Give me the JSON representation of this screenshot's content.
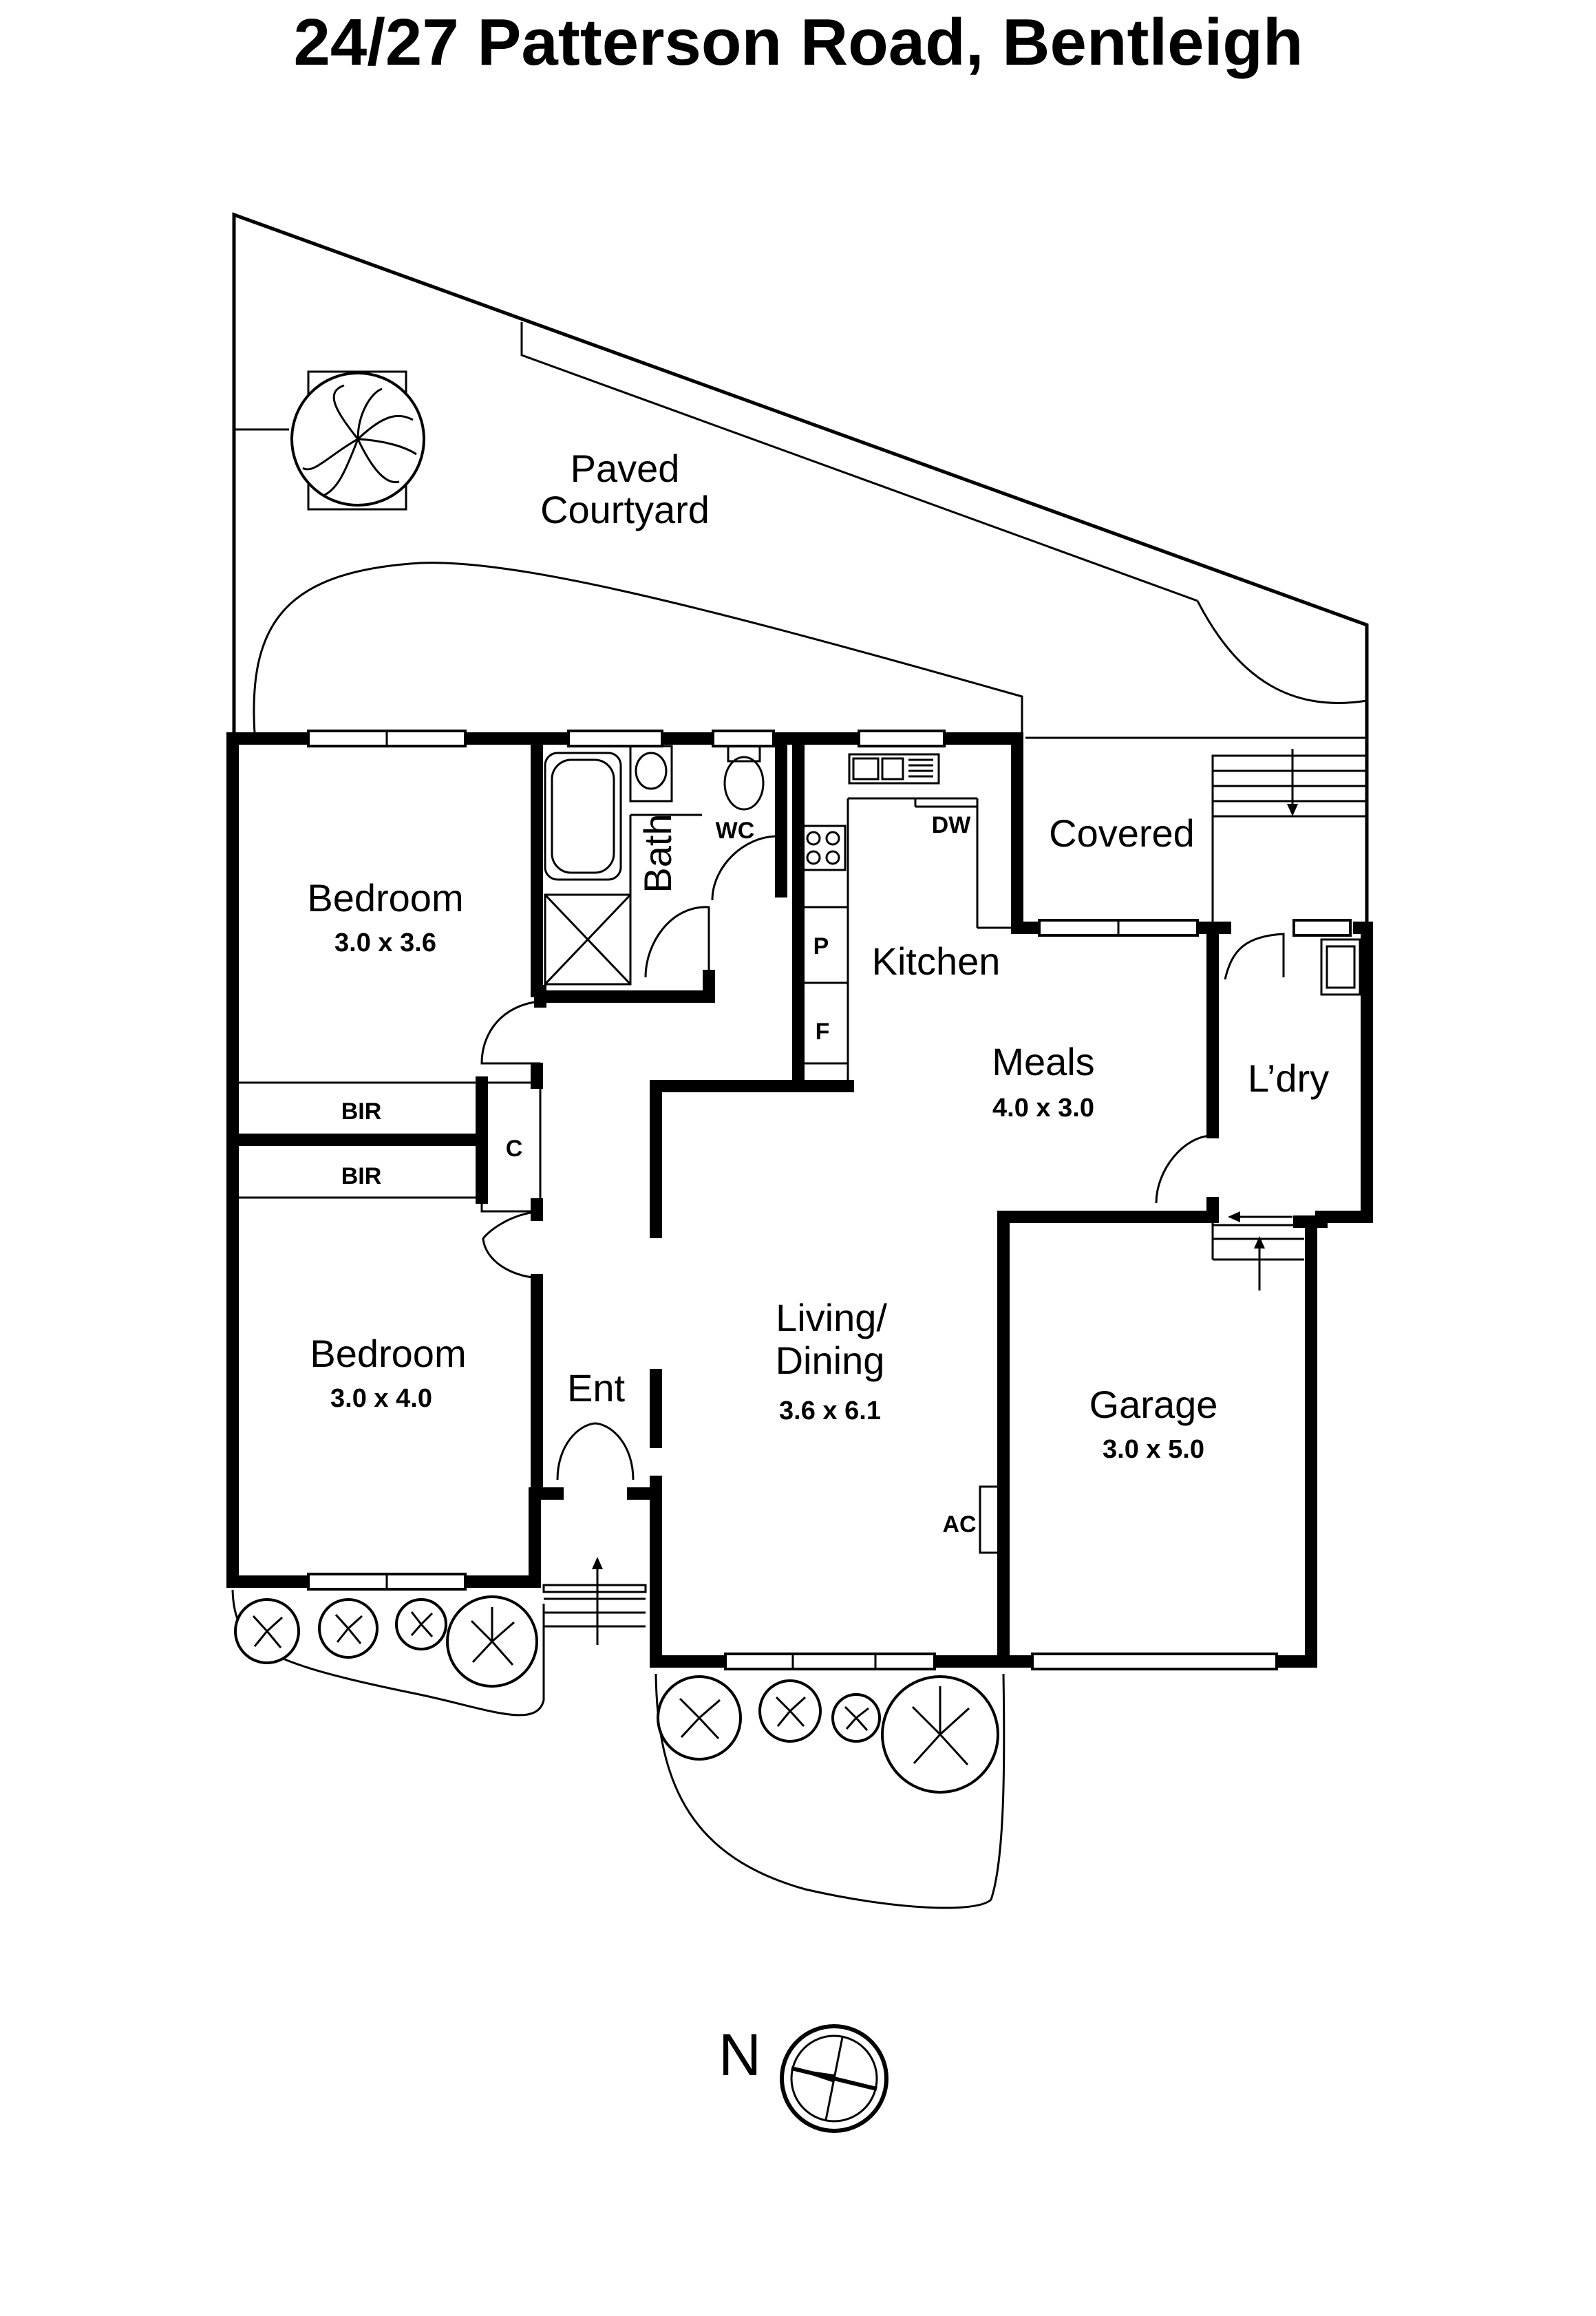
{
  "title": "24/27 Patterson Road, Bentleigh",
  "rooms": {
    "courtyard": {
      "line1": "Paved",
      "line2": "Courtyard"
    },
    "bedroom1": {
      "name": "Bedroom",
      "dims": "3.0 x 3.6"
    },
    "bath": {
      "name": "Bath"
    },
    "wc": {
      "name": "WC"
    },
    "kitchen": {
      "name": "Kitchen"
    },
    "dw": {
      "name": "DW"
    },
    "pantry": {
      "name": "P"
    },
    "fridge": {
      "name": "F"
    },
    "covered": {
      "name": "Covered"
    },
    "meals": {
      "name": "Meals",
      "dims": "4.0 x 3.0"
    },
    "laundry": {
      "name": "L’dry"
    },
    "bir1": {
      "name": "BIR"
    },
    "bir2": {
      "name": "BIR"
    },
    "cupboard": {
      "name": "C"
    },
    "bedroom2": {
      "name": "Bedroom",
      "dims": "3.0 x 4.0"
    },
    "entry": {
      "name": "Ent"
    },
    "living": {
      "line1": "Living/",
      "line2": "Dining",
      "dims": "3.6 x 6.1"
    },
    "garage": {
      "name": "Garage",
      "dims": "3.0 x 5.0"
    },
    "ac": {
      "name": "AC"
    }
  },
  "compass": {
    "label": "N"
  },
  "colors": {
    "ink": "#000000",
    "paper": "#ffffff"
  }
}
